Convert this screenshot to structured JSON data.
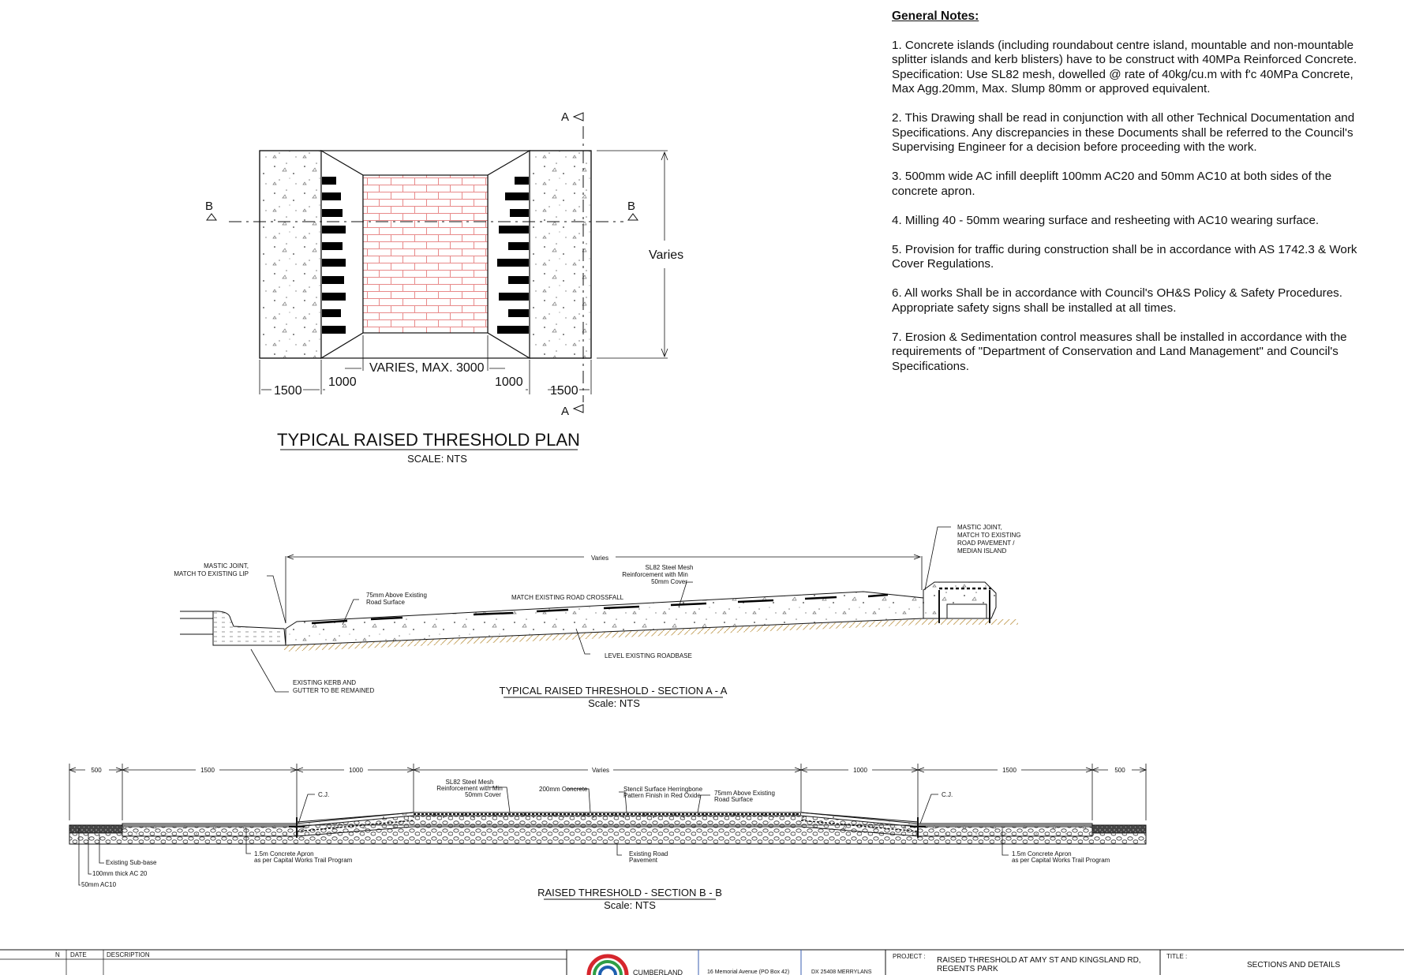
{
  "notes": {
    "heading": "General Notes:",
    "items": [
      "1. Concrete islands (including roundabout centre island, mountable and non-mountable splitter islands and kerb blisters) have to be construct with 40MPa Reinforced Concrete. Specification: Use SL82 mesh, dowelled @ rate of 40kg/cu.m with f'c 40MPa Concrete, Max Agg.20mm, Max. Slump 80mm or approved equivalent.",
      "2. This Drawing shall be read in conjunction with all other Technical Documentation and Specifications. Any discrepancies in these Documents shall be referred to the Council's Supervising Engineer for a decision before proceeding with the work.",
      "3. 500mm wide AC infill deeplift 100mm AC20 and 50mm AC10 at both sides of the concrete apron.",
      "4. Milling 40 - 50mm wearing surface and resheeting with AC10 wearing surface.",
      "5. Provision for traffic during construction shall be in accordance with AS 1742.3 & Work Cover Regulations.",
      "6. All works Shall be in accordance with Council's OH&S Policy & Safety Procedures. Appropriate safety signs shall be installed at all times.",
      "7. Erosion & Sedimentation control measures shall be installed in accordance with the requirements of \"Department of Conservation and Land Management\" and Council's Specifications."
    ]
  },
  "plan": {
    "title": "TYPICAL RAISED THRESHOLD PLAN",
    "scale": "SCALE: NTS",
    "marker_a": "A",
    "marker_b": "B",
    "dim_varies": "Varies",
    "dim_varies_max": "VARIES, MAX. 3000",
    "dim_1500": "1500",
    "dim_1000": "1000"
  },
  "section_a": {
    "title": "TYPICAL RAISED THRESHOLD - SECTION A - A",
    "scale": "Scale: NTS",
    "dim_varies": "Varies",
    "label_mastic_lip_1": "MASTIC JOINT,",
    "label_mastic_lip_2": "MATCH TO EXISTING LIP",
    "label_mastic_road_1": "MASTIC JOINT,",
    "label_mastic_road_2": "MATCH TO EXISTING",
    "label_mastic_road_3": "ROAD PAVEMENT /",
    "label_mastic_road_4": "MEDIAN ISLAND",
    "label_75_1": "75mm Above Existing",
    "label_75_2": "Road Surface",
    "label_crossfall": "MATCH EXISTING ROAD CROSSFALL",
    "label_mesh_1": "SL82 Steel Mesh",
    "label_mesh_2": "Reinforcement with Min",
    "label_mesh_3": "50mm Cover",
    "label_roadbase": "LEVEL EXISTING ROADBASE",
    "label_kerb_1": "EXISTING KERB AND",
    "label_kerb_2": "GUTTER TO BE REMAINED"
  },
  "section_b": {
    "title": "RAISED THRESHOLD - SECTION B - B",
    "scale": "Scale: NTS",
    "dim_500": "500",
    "dim_1500": "1500",
    "dim_1000": "1000",
    "dim_varies": "Varies",
    "label_cj": "C.J.",
    "label_mesh_1": "SL82 Steel Mesh",
    "label_mesh_2": "Reinforcement with Min",
    "label_mesh_3": "50mm Cover",
    "label_200": "200mm Concrete",
    "label_stencil_1": "Stencil Surface Herringbone",
    "label_stencil_2": "Pattern Finish in Red Oxide",
    "label_75_1": "75mm Above Existing",
    "label_75_2": "Road Surface",
    "label_subbase": "Existing Sub-base",
    "label_ac20": "100mm thick AC 20",
    "label_ac10": "50mm AC10",
    "label_apron_1": "1.5m Concrete Apron",
    "label_apron_2": "as per Capital Works Trail Program",
    "label_existing_1": "Existing Road",
    "label_existing_2": "Pavement"
  },
  "title_block": {
    "col_n": "N",
    "col_date": "DATE",
    "col_desc": "DESCRIPTION",
    "org": "CUMBERLAND",
    "address": "16 Memorial Avenue (PO Box 42)",
    "dx": "DX 25408 MERRYLANS",
    "project_label": "PROJECT :",
    "project_1": "RAISED THRESHOLD AT AMY ST AND KINGSLAND RD,",
    "project_2": "REGENTS PARK",
    "title_label": "TITLE :",
    "title_value": "SECTIONS AND DETAILS"
  },
  "colors": {
    "line": "#111111",
    "brick": "#e88a8a",
    "hatch": "#c9a96a",
    "logo_red": "#d6262d",
    "logo_green": "#2e9e45",
    "logo_blue": "#1e5fb0"
  }
}
